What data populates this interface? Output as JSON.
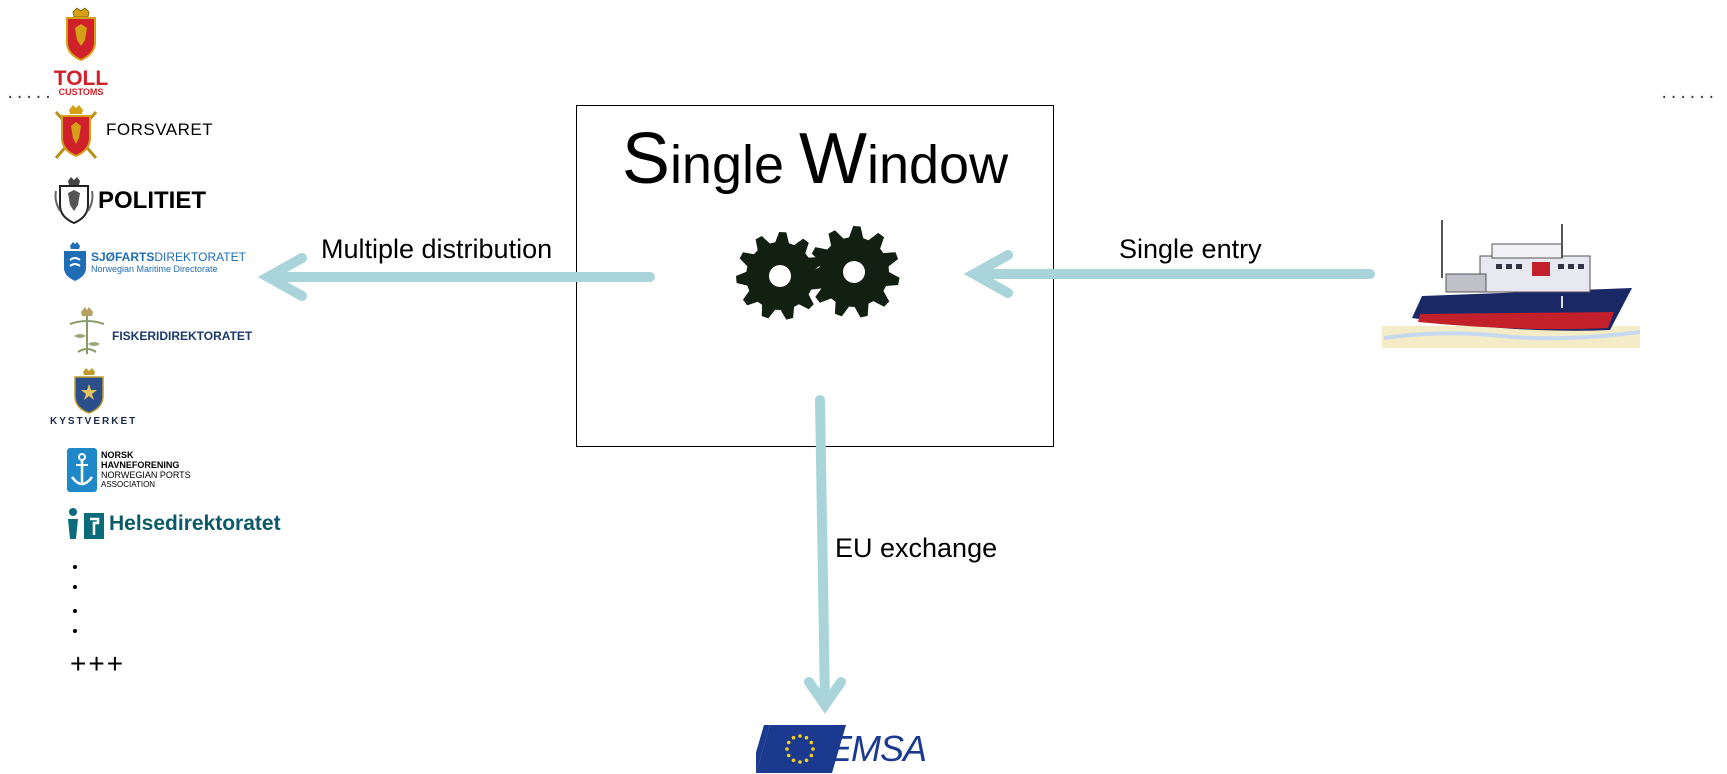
{
  "diagram": {
    "title_parts": [
      {
        "cap": "S",
        "rest": "ingle "
      },
      {
        "cap": "W",
        "rest": "indow"
      }
    ],
    "arrows": {
      "left": "Multiple distribution",
      "right": "Single entry",
      "down": "EU exchange"
    },
    "colors": {
      "arrow": "#a9d4d9",
      "box_border": "#000000",
      "gear": "#112010"
    }
  },
  "agencies": {
    "toll": {
      "line1": "TOLL",
      "line2": "CUSTOMS"
    },
    "forsvaret": "FORSVARET",
    "politiet": "POLITIET",
    "sjofart": {
      "bold": "SJØFARTS",
      "light": "DIREKTORATET",
      "sub": "Norwegian Maritime Directorate"
    },
    "fiskeri": "FISKERIDIREKTORATET",
    "kystverket": "KYSTVERKET",
    "havn": {
      "l1": "NORSK",
      "l2": "HAVNEFORENING",
      "l3": "NORWEGIAN PORTS",
      "l4": "ASSOCIATION"
    },
    "helse": "Helsedirektoratet",
    "more": "+++"
  },
  "emsa": "EMSA",
  "dots_left": ".....",
  "dots_right": "......"
}
